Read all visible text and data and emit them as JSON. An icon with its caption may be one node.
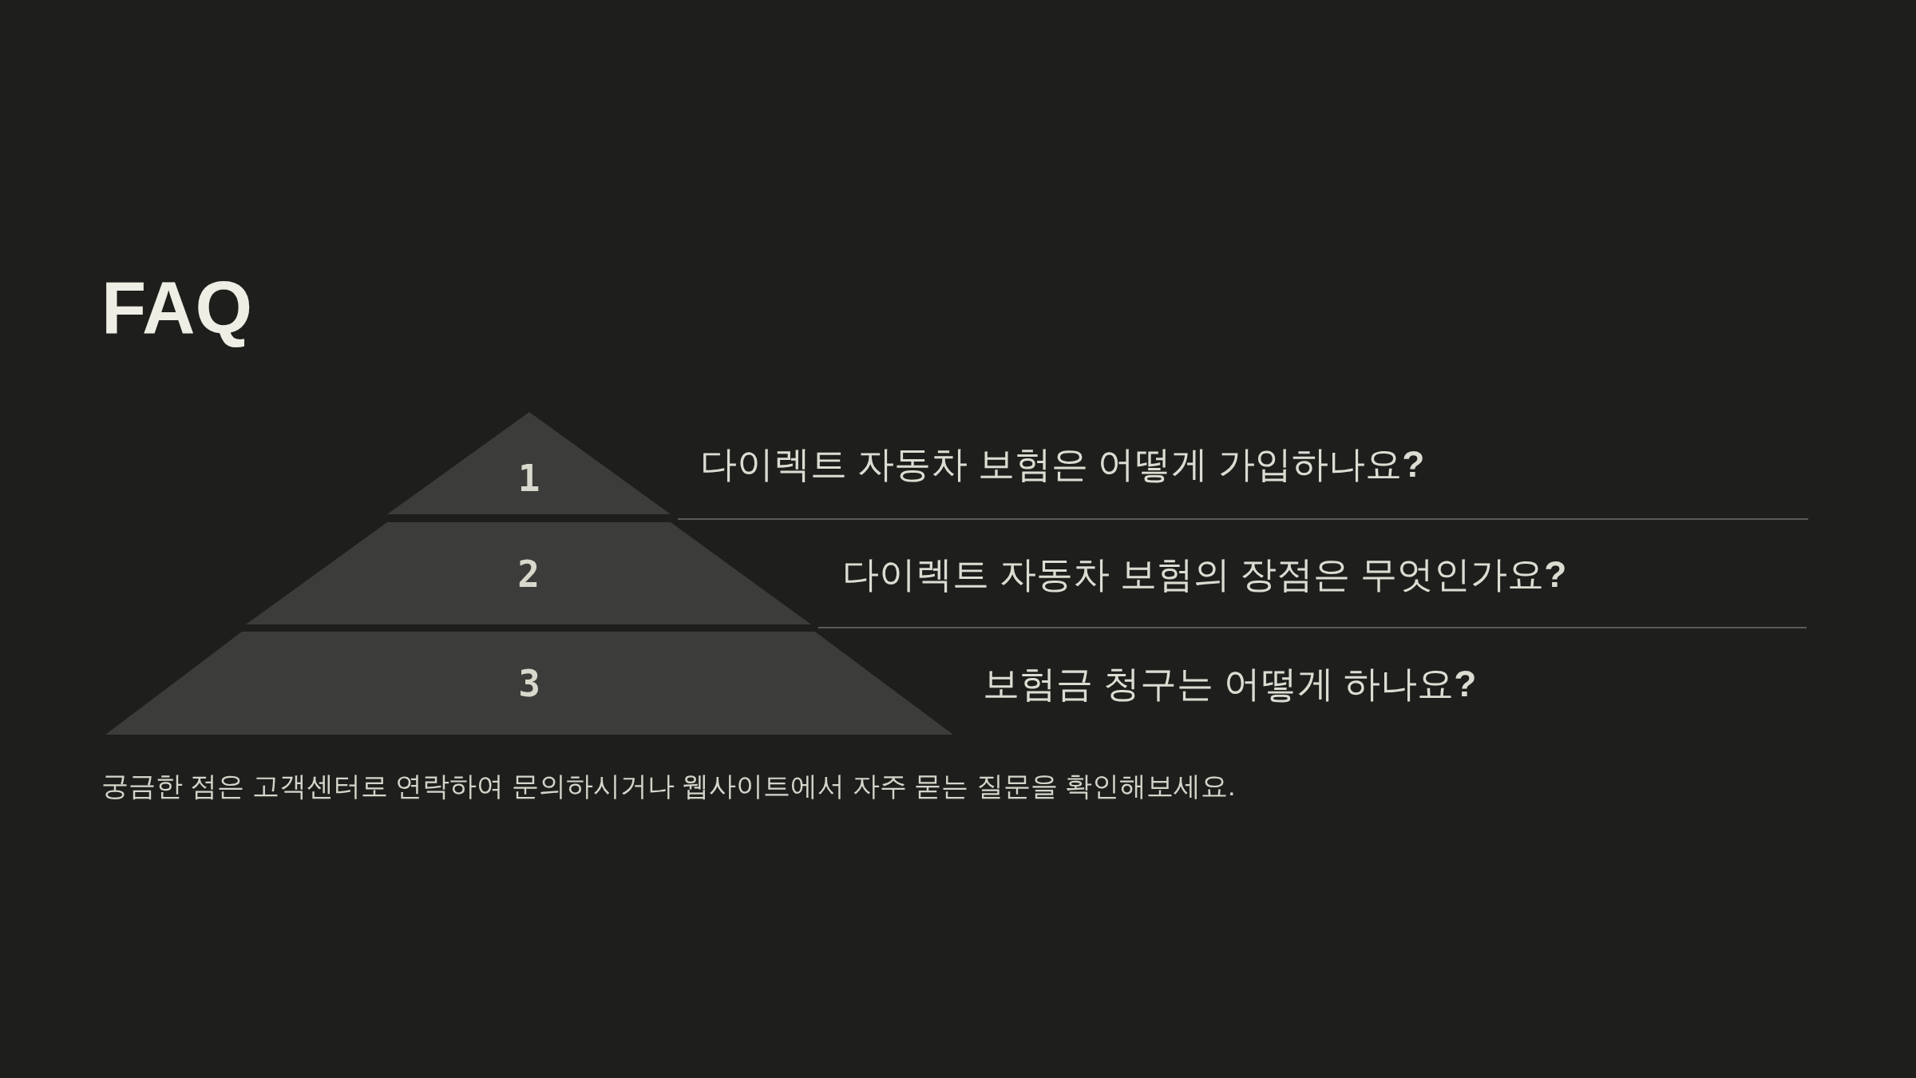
{
  "diagram": {
    "title": "FAQ",
    "nodes": [
      {
        "text": [
          "1"
        ],
        "beside": [
          "다이렉트 자동차 보험은 어떻게 가입하나요**?**"
        ]
      },
      {
        "text": [
          "2"
        ],
        "beside": [
          "다이렉트 자동차 보험의 장점은 무엇인가요**?**"
        ]
      },
      {
        "text": [
          "3"
        ],
        "beside": [
          "보험금 청구는 어떻게 하나요**?**"
        ]
      }
    ],
    "caption": "궁금한 점은 고객센터로 연락하여 문의하시거나 웹사이트에서 자주 묻는 질문을 확인해보세요."
  }
}
